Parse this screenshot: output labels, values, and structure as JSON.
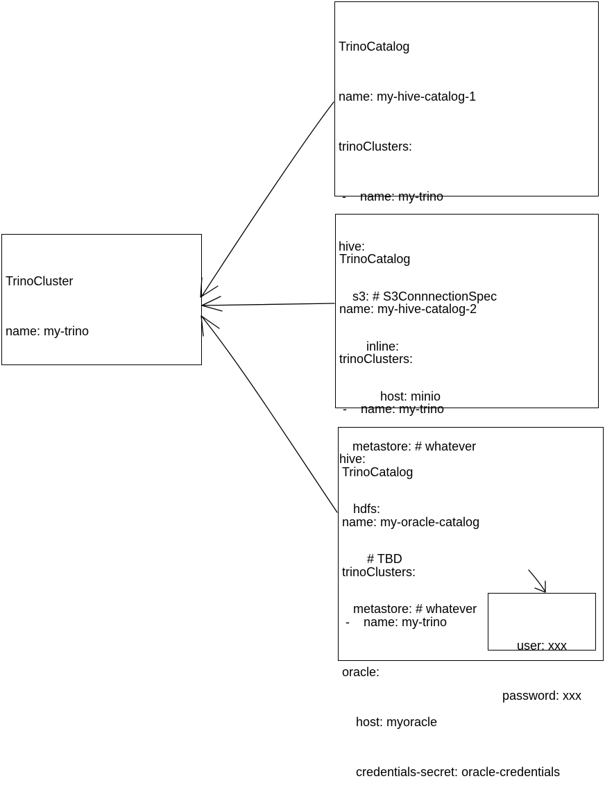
{
  "trino_cluster": {
    "lines": [
      "TrinoCluster",
      "name: my-trino"
    ]
  },
  "catalog_1": {
    "lines": [
      "TrinoCatalog",
      "name: my-hive-catalog-1",
      "trinoClusters:",
      " -    name: my-trino",
      "hive:",
      "    s3: # S3ConnnectionSpec",
      "        inline:",
      "            host: minio",
      "    metastore: # whatever"
    ]
  },
  "catalog_2": {
    "lines": [
      "TrinoCatalog",
      "name: my-hive-catalog-2",
      "trinoClusters:",
      " -    name: my-trino",
      "hive:",
      "    hdfs:",
      "        # TBD",
      "    metastore: # whatever"
    ]
  },
  "catalog_3": {
    "lines": [
      "TrinoCatalog",
      "name: my-oracle-catalog",
      "trinoClusters:",
      " -    name: my-trino",
      "oracle:",
      "    host: myoracle",
      "    credentials-secret: oracle-credentials"
    ]
  },
  "secret": {
    "lines": [
      "user: xxx",
      "password: xxx"
    ]
  },
  "colors": {
    "stroke": "#000000",
    "background": "#ffffff"
  }
}
